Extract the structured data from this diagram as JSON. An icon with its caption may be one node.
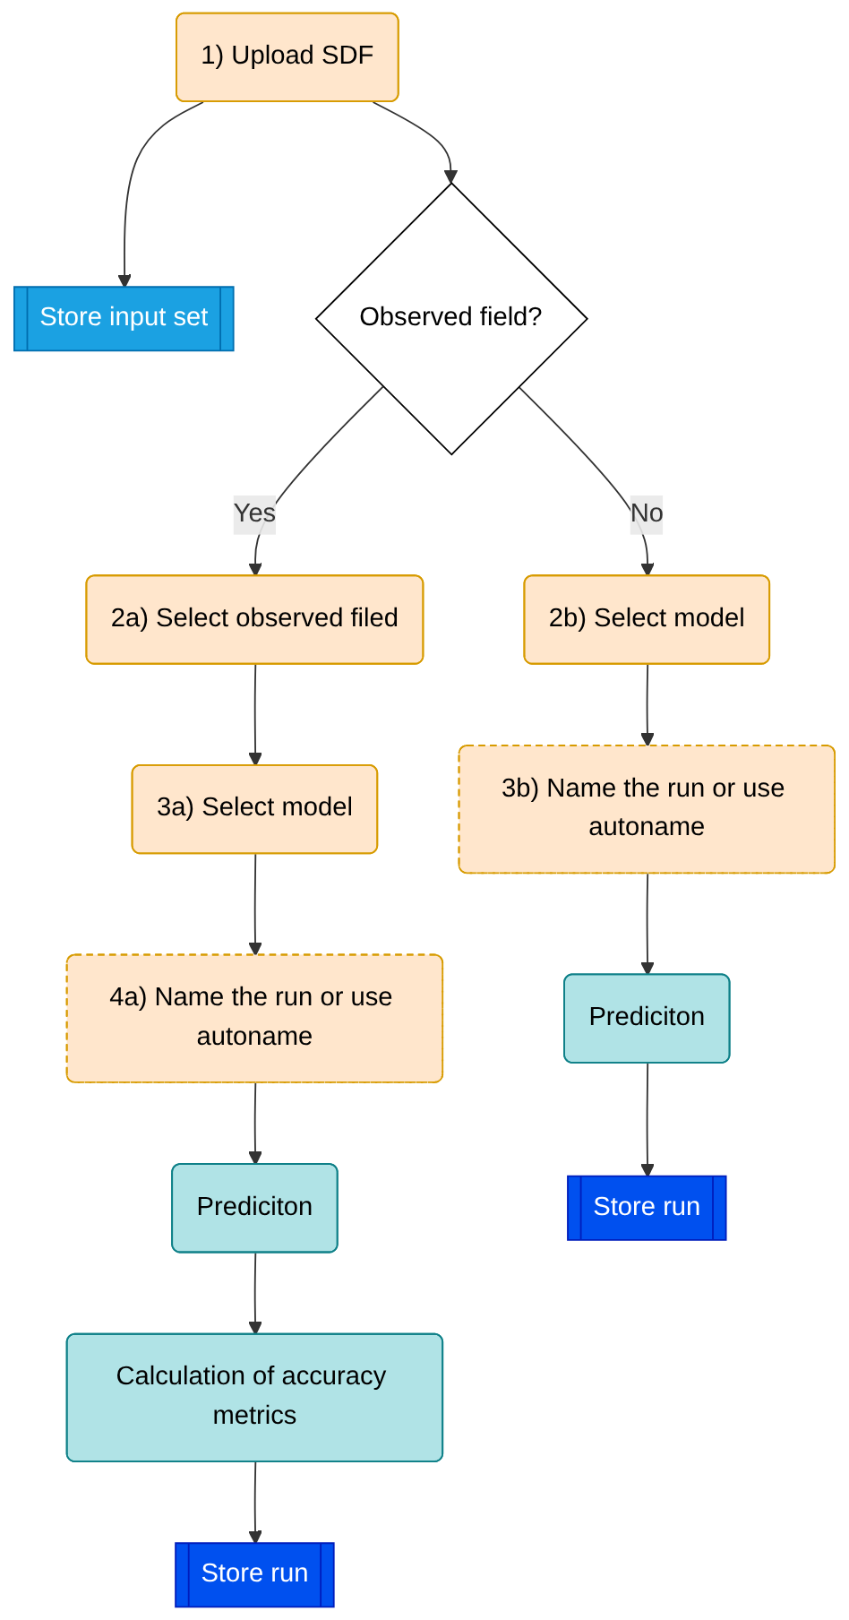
{
  "diagram": {
    "nodes": [
      {
        "text": [
          "1) Upload SDF"
        ]
      },
      {
        "text": [
          "Store input set"
        ]
      },
      {
        "text": [
          "Observed field?"
        ]
      },
      {
        "text": [
          "2a) Select observed filed"
        ]
      },
      {
        "text": [
          "2b) Select model"
        ]
      },
      {
        "text": [
          "3a) Select model"
        ]
      },
      {
        "text": [
          "3b) Name the run or use autoname"
        ]
      },
      {
        "text": [
          "4a) Name the run or use autoname"
        ]
      },
      {
        "text": [
          "Prediciton"
        ]
      },
      {
        "text": [
          "Prediciton"
        ]
      },
      {
        "text": [
          "Calculation of accuracy metrics"
        ]
      },
      {
        "text": [
          "Store run"
        ]
      },
      {
        "text": [
          "Store run"
        ]
      }
    ],
    "edges": [
      {
        "from": 0,
        "to": 1,
        "arrow": "to"
      },
      {
        "from": 0,
        "to": 2,
        "arrow": "to"
      },
      {
        "from": 2,
        "to": 3,
        "label": "Yes",
        "arrow": "to"
      },
      {
        "from": 2,
        "to": 4,
        "label": "No",
        "arrow": "to"
      },
      {
        "from": 3,
        "to": 5,
        "arrow": "to"
      },
      {
        "from": 4,
        "to": 6,
        "arrow": "to"
      },
      {
        "from": 5,
        "to": 7,
        "arrow": "to"
      },
      {
        "from": 6,
        "to": 9,
        "arrow": "to"
      },
      {
        "from": 7,
        "to": 8,
        "arrow": "to"
      },
      {
        "from": 8,
        "to": 10,
        "arrow": "to"
      },
      {
        "from": 10,
        "to": 11,
        "arrow": "to"
      },
      {
        "from": 9,
        "to": 12,
        "arrow": "to"
      }
    ]
  }
}
